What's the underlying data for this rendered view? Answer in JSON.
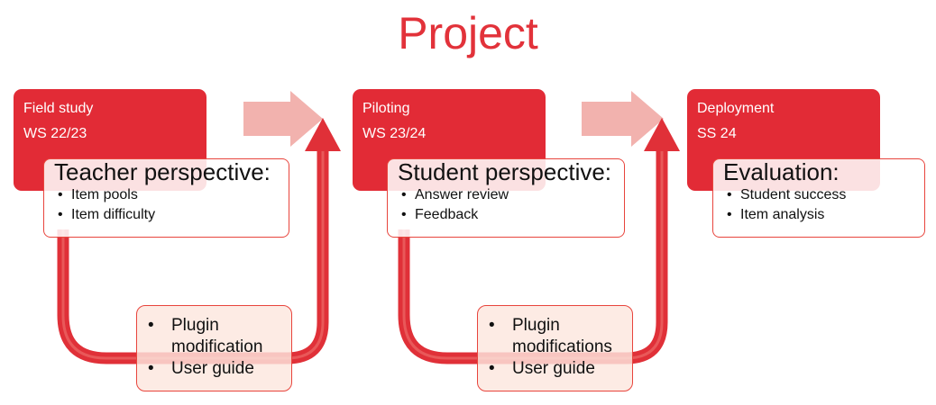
{
  "title": "Project",
  "colors": {
    "accent": "#e22b36",
    "arrow_light": "#f2b2ae",
    "box_border": "#e8453d",
    "box_fill_cycle": "#fde6de"
  },
  "phases": [
    {
      "name": "Field study",
      "term": "WS 22/23"
    },
    {
      "name": "Piloting",
      "term": "WS 23/24"
    },
    {
      "name": "Deployment",
      "term": "SS 24"
    }
  ],
  "perspectives": [
    {
      "title": "Teacher perspective:",
      "items": [
        "Item pools",
        "Item difficulty"
      ]
    },
    {
      "title": "Student perspective:",
      "items": [
        "Answer review",
        "Feedback"
      ]
    },
    {
      "title": "Evaluation:",
      "items": [
        "Student success",
        "Item analysis"
      ]
    }
  ],
  "cycle_boxes": [
    {
      "items": [
        "Plugin",
        "modification",
        "User guide"
      ]
    },
    {
      "items": [
        "Plugin",
        "modifications",
        "User guide"
      ]
    }
  ]
}
